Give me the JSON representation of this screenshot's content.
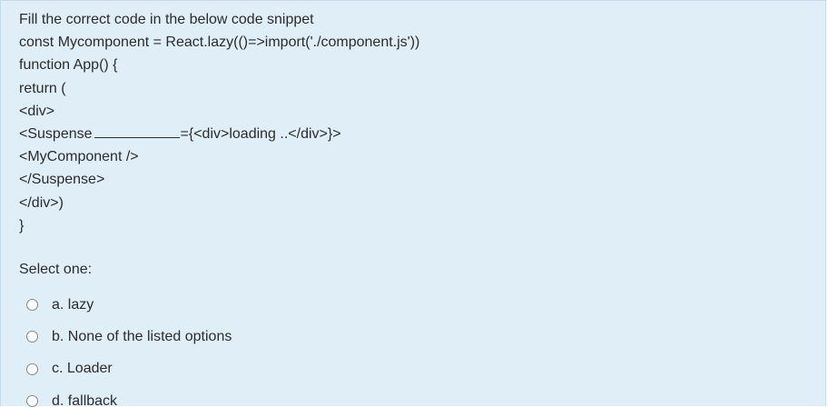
{
  "question": {
    "lines": [
      "Fill the correct code in the below code snippet",
      "const Mycomponent = React.lazy(()=>import('./component.js'))",
      "function App() {",
      "return (",
      "<div>",
      null,
      "<MyComponent />",
      "</Suspense>",
      "</div>)",
      "}"
    ],
    "blank_line_before": "<Suspense",
    "blank_line_after": "={<div>loading ..</div>}>"
  },
  "select_prompt": "Select one:",
  "options": [
    "a. lazy",
    "b. None of the listed options",
    "c. Loader",
    "d. fallback"
  ]
}
